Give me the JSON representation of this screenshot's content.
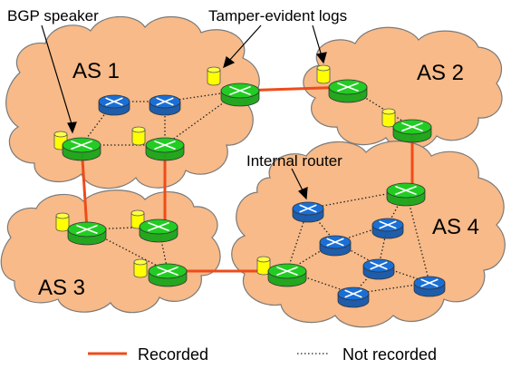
{
  "diagram": {
    "ases": [
      {
        "id": "as1",
        "label": "AS 1"
      },
      {
        "id": "as2",
        "label": "AS 2"
      },
      {
        "id": "as3",
        "label": "AS 3"
      },
      {
        "id": "as4",
        "label": "AS 4"
      }
    ],
    "callouts": {
      "bgp_speaker": "BGP speaker",
      "tamper_logs": "Tamper-evident logs",
      "internal_router": "Internal router"
    },
    "legend": {
      "recorded": "Recorded",
      "not_recorded": "Not recorded"
    },
    "colors": {
      "cloud_fill": "#f7ba88",
      "border_router": "#22cc22",
      "internal_router": "#1a6fd6",
      "log": "#ffff00",
      "recorded_link": "#ef4b1a",
      "not_recorded_link": "#222222"
    },
    "icons": {
      "router": "router-icon",
      "log": "log-cylinder-icon"
    }
  }
}
